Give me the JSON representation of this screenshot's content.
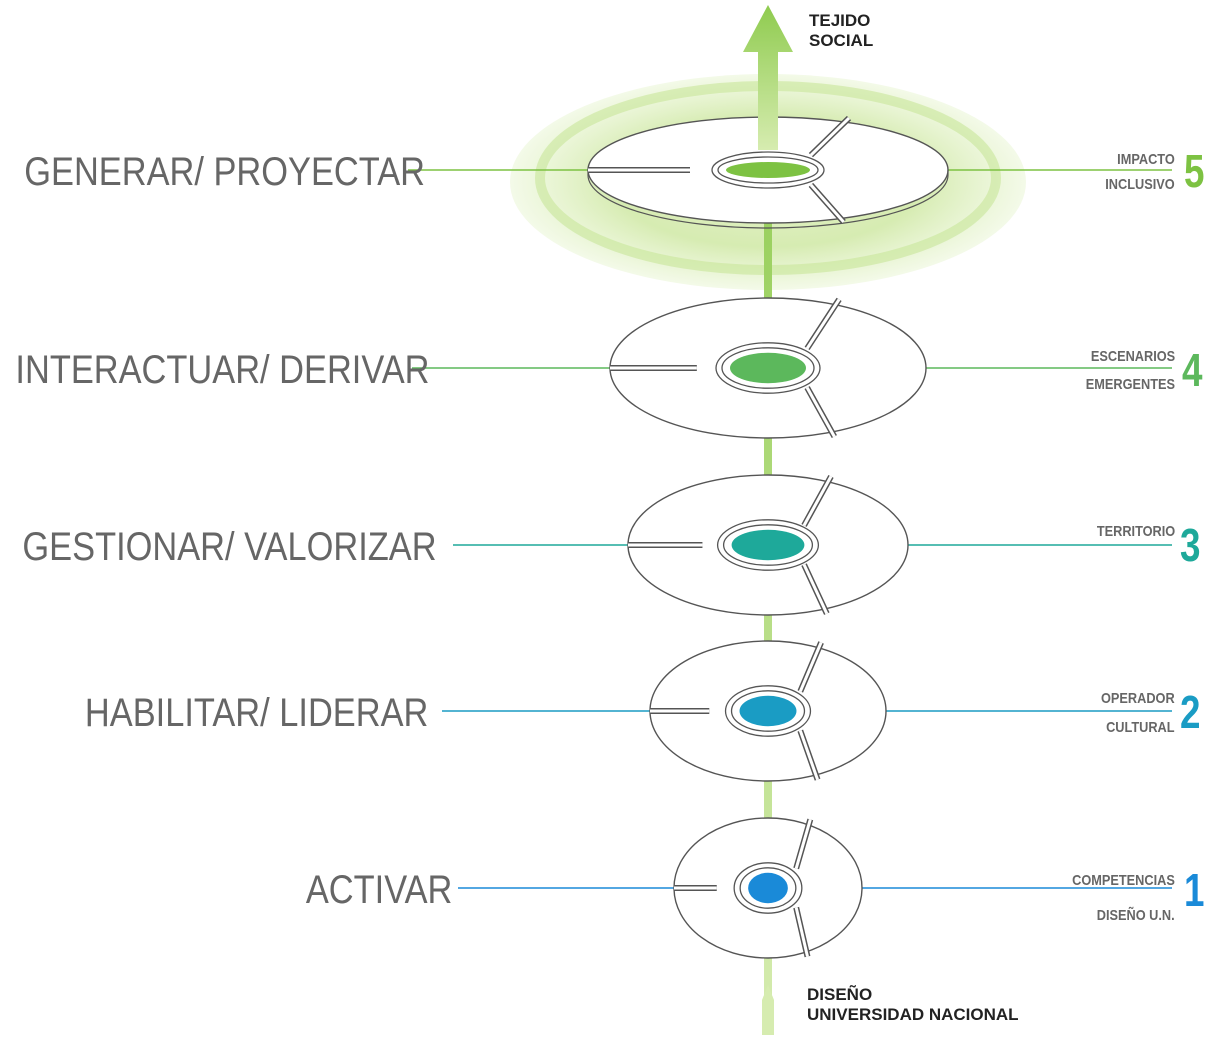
{
  "top_caption": [
    "TEJIDO",
    "SOCIAL"
  ],
  "bottom_caption": [
    "DISEÑO",
    "UNIVERSIDAD NACIONAL"
  ],
  "levels": [
    {
      "action": "GENERAR/ PROYECTAR",
      "desc": [
        "IMPACTO",
        "INCLUSIVO"
      ],
      "number": "5",
      "color": "#7dc242"
    },
    {
      "action": "INTERACTUAR/ DERIVAR",
      "desc": [
        "ESCENARIOS",
        "EMERGENTES"
      ],
      "number": "4",
      "color": "#5cb85c"
    },
    {
      "action": "GESTIONAR/ VALORIZAR",
      "desc": [
        "TERRITORIO"
      ],
      "number": "3",
      "color": "#1ea99a"
    },
    {
      "action": "HABILITAR/ LIDERAR",
      "desc": [
        "OPERADOR",
        "CULTURAL"
      ],
      "number": "2",
      "color": "#1a9cc4"
    },
    {
      "action": "ACTIVAR",
      "desc": [
        "COMPETENCIAS",
        "DISEÑO U.N."
      ],
      "number": "1",
      "color": "#1a8ad8"
    }
  ],
  "colors": {
    "arrow": "#a5d86a",
    "glow": "#c8e69a",
    "disc_stroke": "#555555",
    "text": "#666666"
  }
}
